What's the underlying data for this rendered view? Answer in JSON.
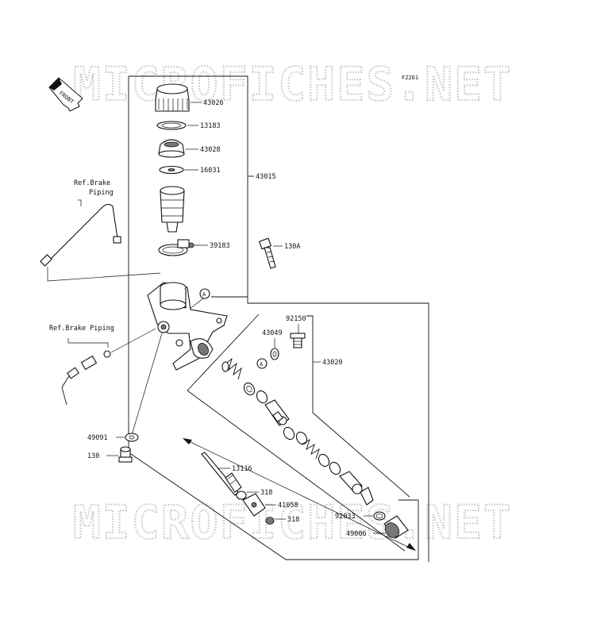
{
  "watermark": "MICROFICHES.NET",
  "figure_code": "F2261",
  "front_label": "FRONT",
  "callouts": {
    "ref_brake_piping_1": "Ref.Brake\nPiping",
    "ref_brake_piping_2": "Ref.Brake Piping",
    "marker_a": "A"
  },
  "parts": [
    {
      "id": "p43026",
      "number": "43026"
    },
    {
      "id": "p13183",
      "number": "13183"
    },
    {
      "id": "p43028",
      "number": "43028"
    },
    {
      "id": "p16031",
      "number": "16031"
    },
    {
      "id": "p43015",
      "number": "43015"
    },
    {
      "id": "p39183",
      "number": "39183"
    },
    {
      "id": "p130a",
      "number": "130A"
    },
    {
      "id": "p92150",
      "number": "92150"
    },
    {
      "id": "p43049",
      "number": "43049"
    },
    {
      "id": "p43020",
      "number": "43020"
    },
    {
      "id": "p49091",
      "number": "49091"
    },
    {
      "id": "p130",
      "number": "130"
    },
    {
      "id": "p13116",
      "number": "13116"
    },
    {
      "id": "p318a",
      "number": "318"
    },
    {
      "id": "p41058",
      "number": "41058"
    },
    {
      "id": "p318b",
      "number": "318"
    },
    {
      "id": "p92033",
      "number": "92033"
    },
    {
      "id": "p49006",
      "number": "49006"
    }
  ]
}
